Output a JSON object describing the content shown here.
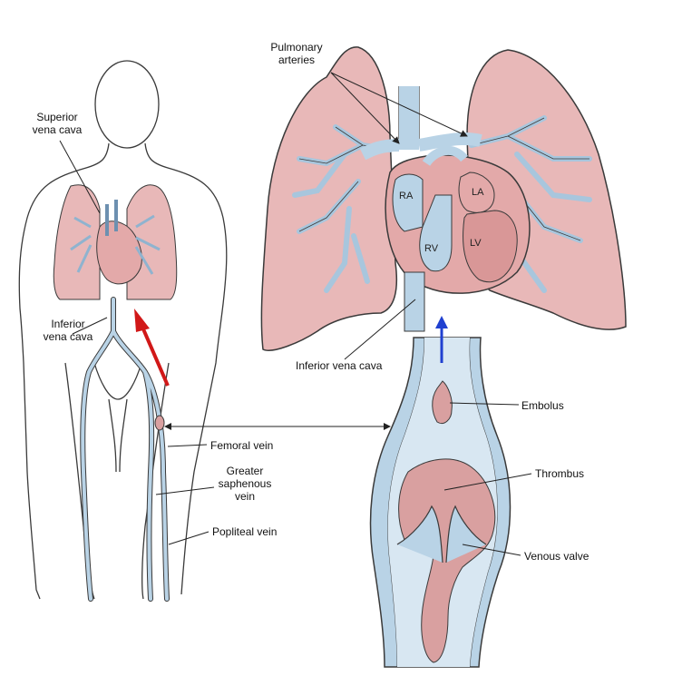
{
  "colors": {
    "lung_fill": "#e8b8b8",
    "vein_fill": "#b9d3e6",
    "outline": "#3a3a3a",
    "red_arrow": "#d11818",
    "blue_arrow": "#2040d0"
  },
  "labels": {
    "superior_vena_cava": "Superior\nvena cava",
    "inferior_vena_cava_left": "Inferior\nvena cava",
    "pulmonary_arteries": "Pulmonary\narteries",
    "inferior_vena_cava_right": "Inferior vena cava",
    "embolus": "Embolus",
    "femoral_vein": "Femoral vein",
    "thrombus": "Thrombus",
    "greater_saphenous_vein": "Greater\nsaphenous\nvein",
    "popliteal_vein": "Popliteal vein",
    "venous_valve": "Venous valve"
  },
  "heart_labels": {
    "ra": "RA",
    "la": "LA",
    "rv": "RV",
    "lv": "LV"
  },
  "icons": [
    "red-flow-arrow",
    "blue-flow-arrow"
  ]
}
